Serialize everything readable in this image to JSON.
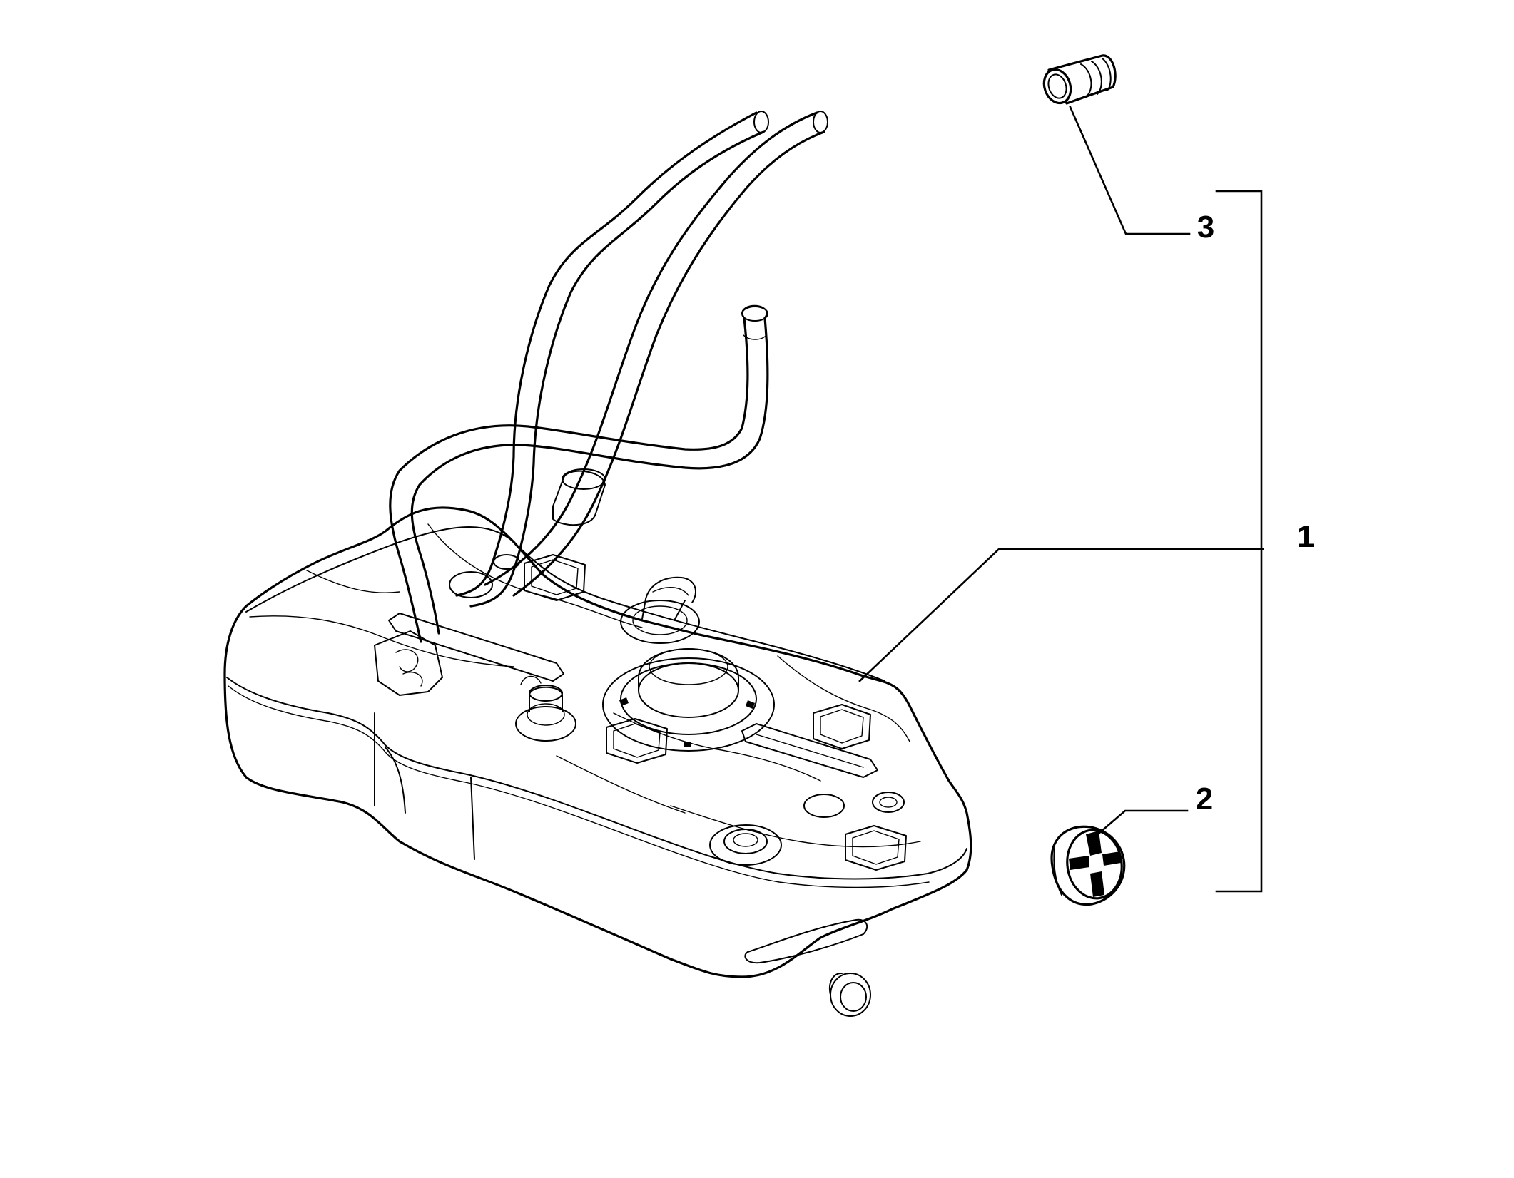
{
  "callouts": [
    {
      "id": "1",
      "label": "1",
      "part": "fuel-tank"
    },
    {
      "id": "2",
      "label": "2",
      "part": "cap"
    },
    {
      "id": "3",
      "label": "3",
      "part": "plug"
    }
  ],
  "colors": {
    "line": "#000000",
    "background": "#ffffff"
  }
}
